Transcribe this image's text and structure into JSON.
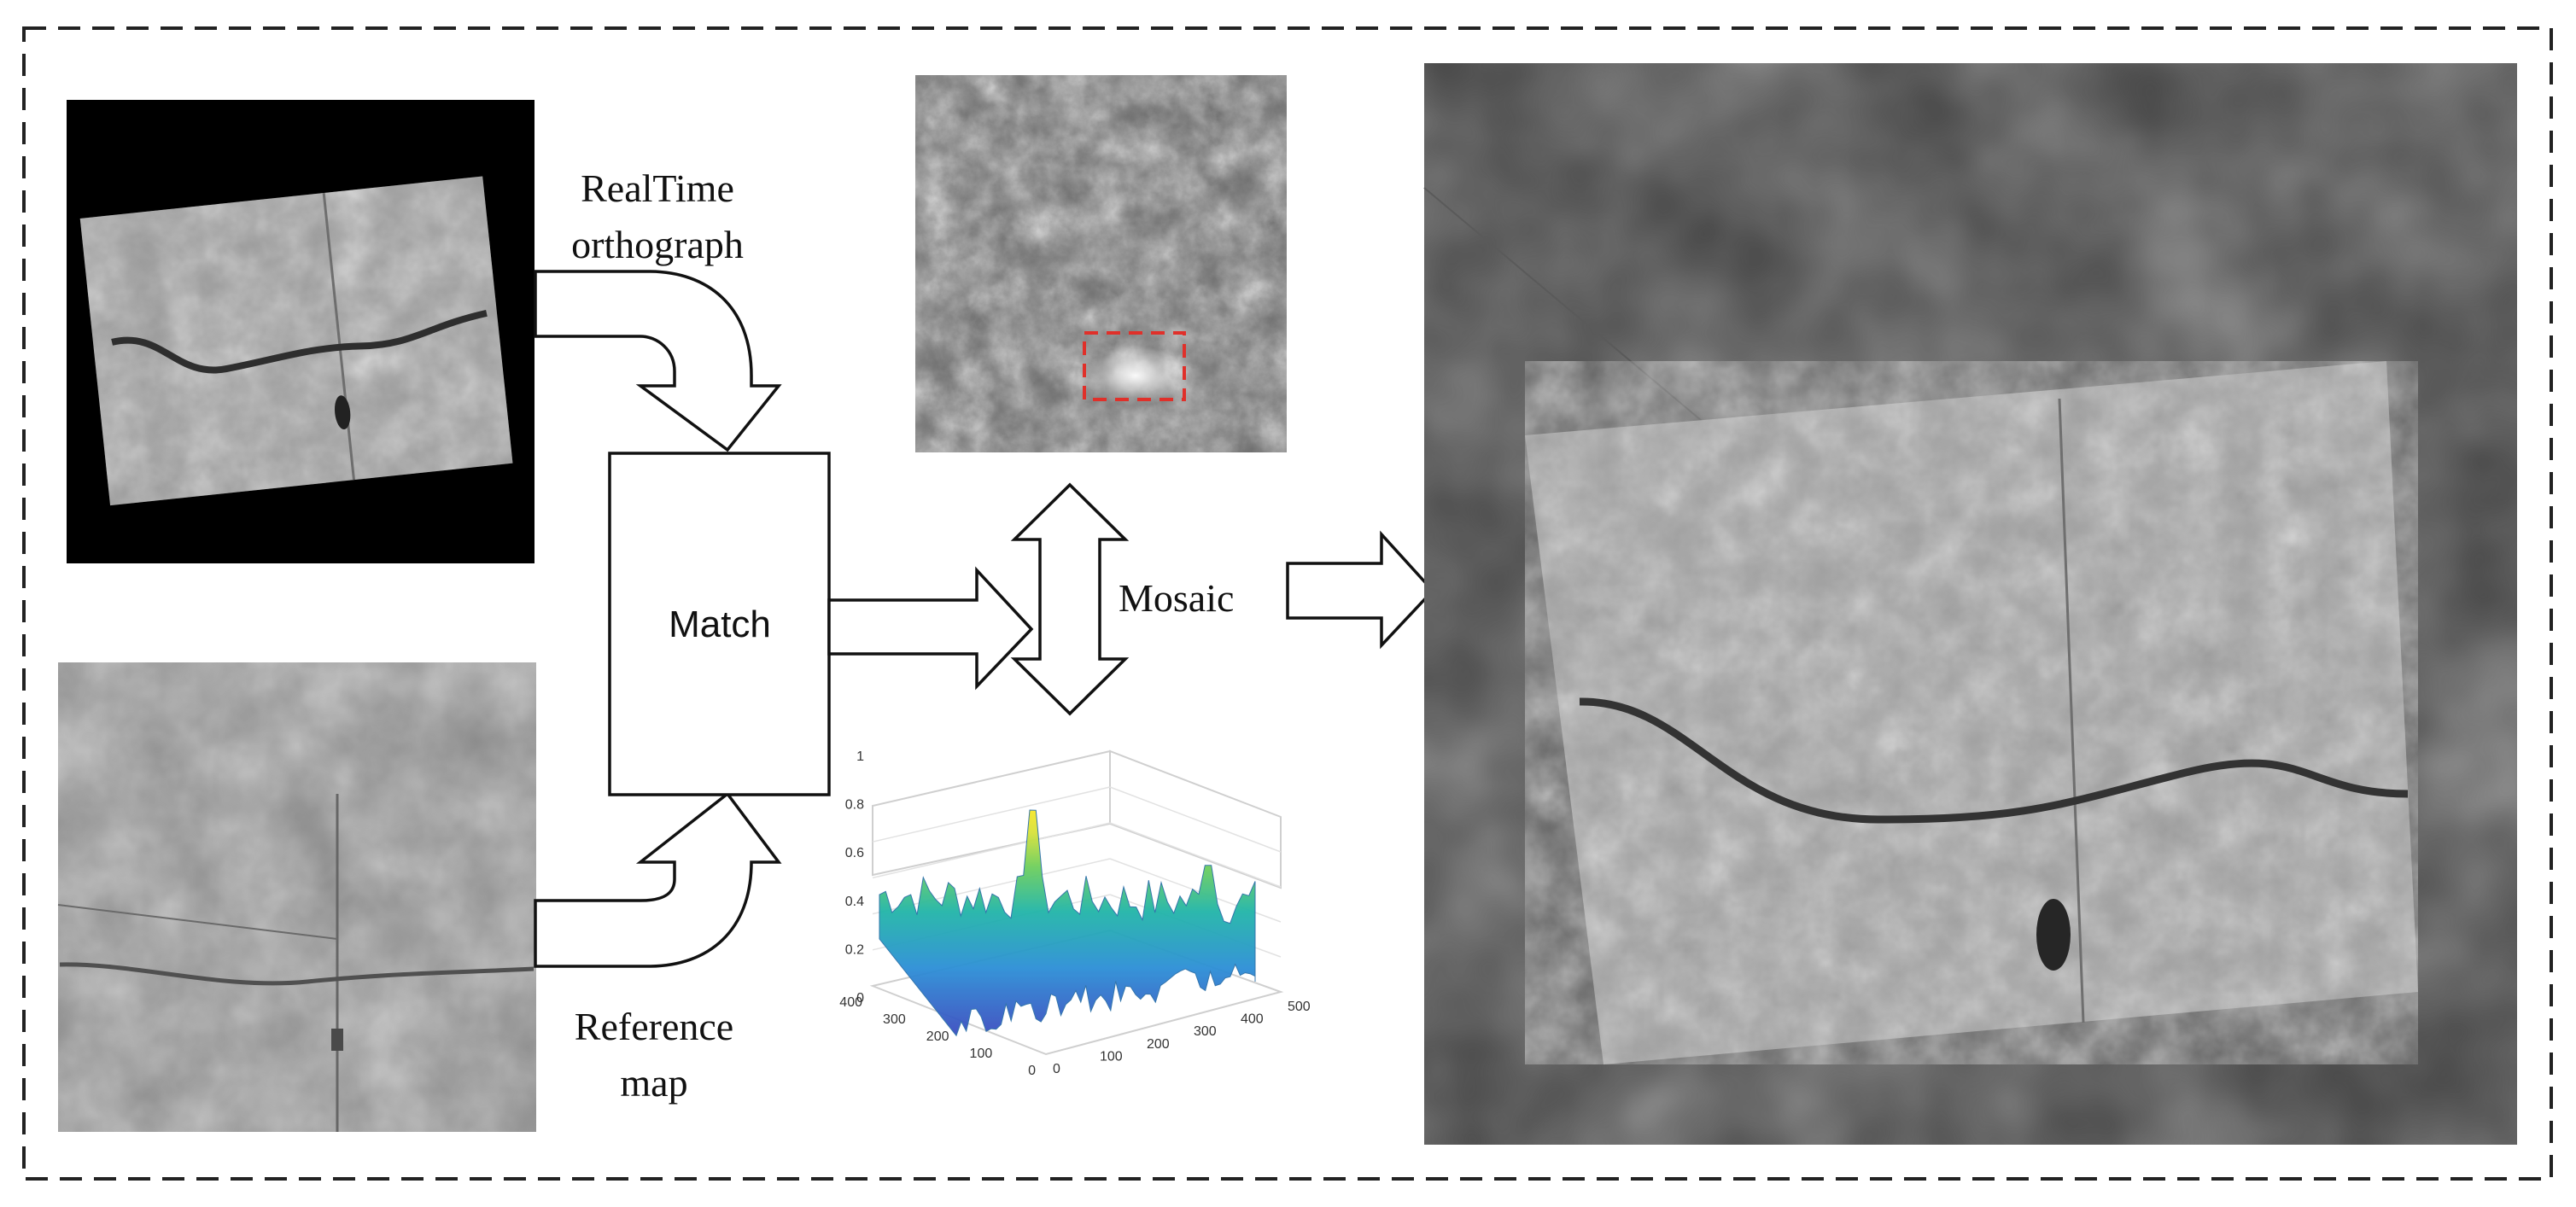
{
  "labels": {
    "realtime_line1": "RealTime",
    "realtime_line2": "orthograph",
    "reference_line1": "Reference",
    "reference_line2": "map",
    "match": "Match",
    "mosaic": "Mosaic"
  },
  "surface_plot": {
    "z_ticks": [
      "0",
      "0.2",
      "0.4",
      "0.6",
      "0.8",
      "1"
    ],
    "x_ticks": [
      "0",
      "100",
      "200",
      "300",
      "400",
      "500"
    ],
    "y_ticks": [
      "0",
      "100",
      "200",
      "300",
      "400"
    ],
    "colormap": [
      "#3b4cc0",
      "#2c8fd6",
      "#21b5a8",
      "#6fcf5b",
      "#d8e23a",
      "#f7e72a"
    ]
  },
  "colors": {
    "frame_dash": "#222222",
    "match_box_stroke": "#111111",
    "correlation_marker": "#e0302a",
    "realtime_background": "#000000",
    "mosaic_background": "#3f3f3f"
  }
}
